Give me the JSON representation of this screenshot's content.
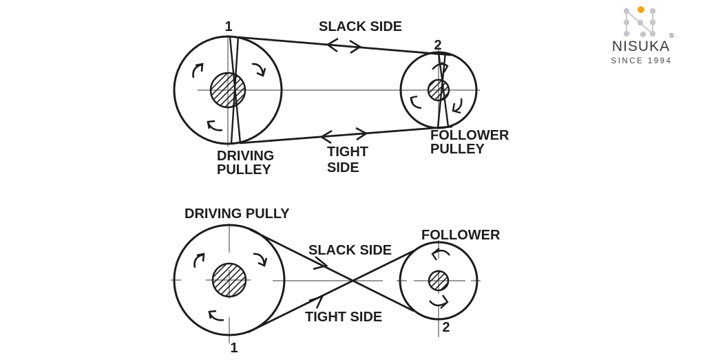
{
  "diagram_top": {
    "type": "open-belt-drive",
    "labels": {
      "point_1": "1",
      "slack_side": "SLACK SIDE",
      "point_2": "2",
      "follower_line1": "FOLLOWER",
      "follower_line2": "PULLEY",
      "driving_line1": "DRIVING",
      "driving_line2": "PULLEY",
      "tight_line1": "TIGHT",
      "tight_line2": "SIDE"
    },
    "driving_pulley_rotation": "clockwise",
    "follower_pulley_rotation": "clockwise"
  },
  "diagram_bottom": {
    "type": "crossed-belt-drive",
    "labels": {
      "driving": "DRIVING PULLY",
      "follower": "FOLLOWER",
      "slack_side": "SLACK SIDE",
      "tight_side": "TIGHT SIDE",
      "point_1": "1",
      "point_2": "2"
    },
    "driving_pulley_rotation": "clockwise",
    "follower_pulley_rotation": "counterclockwise"
  },
  "logo": {
    "brand": "NISUKA",
    "registered_mark": "®",
    "tagline": "SINCE 1994",
    "accent_dot_color": "#F3A712",
    "mark_color": "#C5C5CB",
    "text_color": "#3B3B3B"
  },
  "colors": {
    "background": "#FFFFFF",
    "line": "#1C1C1C",
    "centerline": "#8C8C8C",
    "label_text": "#1D1D1D"
  }
}
